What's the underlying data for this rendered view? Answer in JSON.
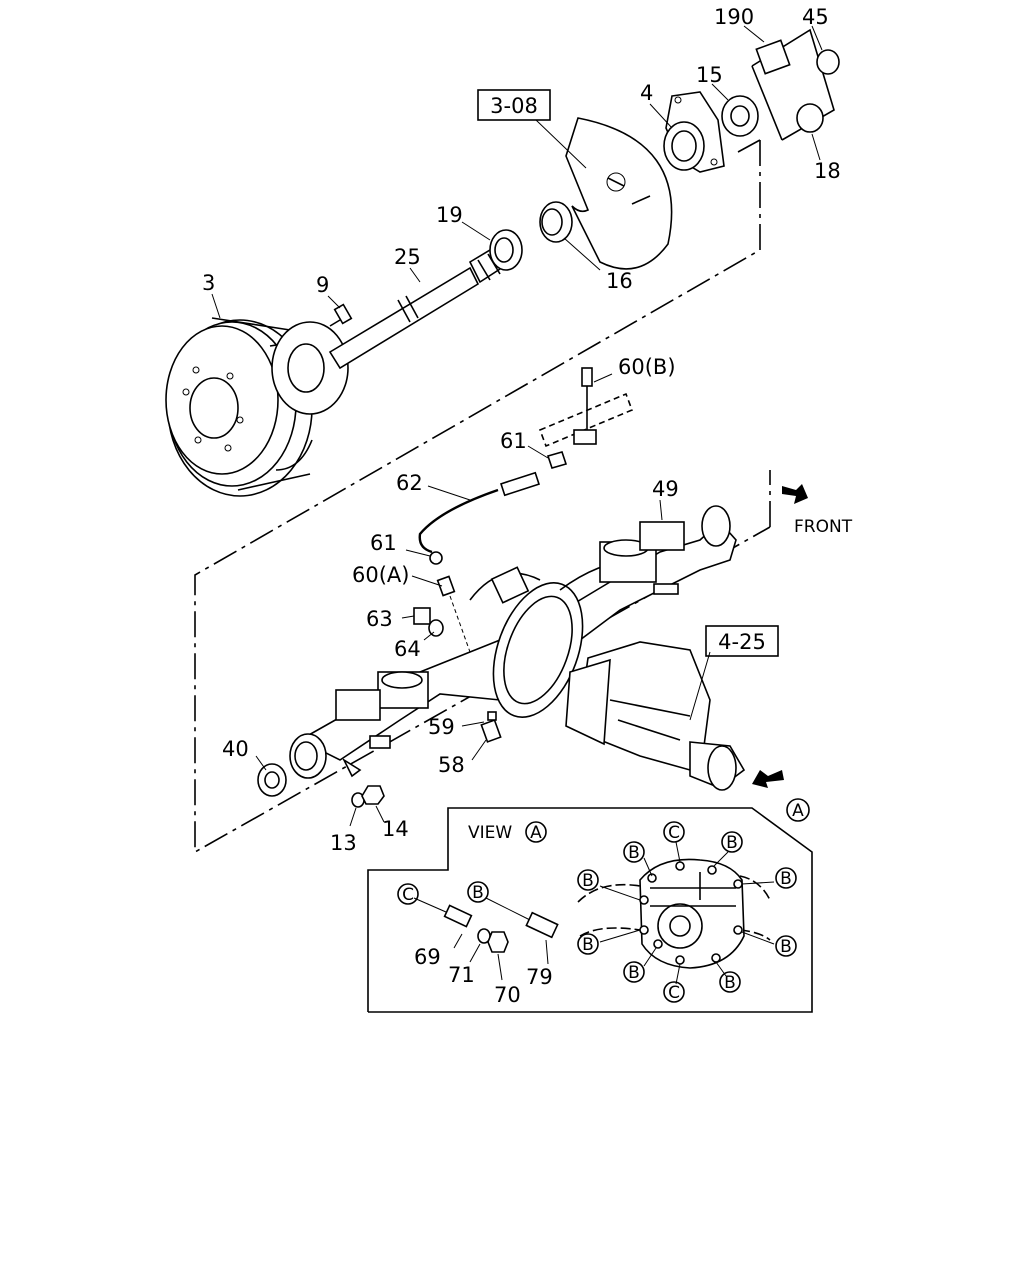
{
  "diagram": {
    "orientation_label": "FRONT",
    "view_title": "VIEW",
    "view_marker": "A",
    "ref_boxes": [
      "3-08",
      "4-25"
    ],
    "callouts": [
      "190",
      "45",
      "4",
      "15",
      "18",
      "3-08",
      "19",
      "25",
      "16",
      "3",
      "9",
      "60(B)",
      "61",
      "62",
      "49",
      "61",
      "60(A)",
      "63",
      "64",
      "40",
      "13",
      "14",
      "59",
      "58",
      "4-25",
      "A"
    ],
    "part_numbers": {
      "p190": "190",
      "p45": "45",
      "p4": "4",
      "p15": "15",
      "p18": "18",
      "p19": "19",
      "p25": "25",
      "p16": "16",
      "p3": "3",
      "p9": "9",
      "p60b": "60(B)",
      "p61a": "61",
      "p62": "62",
      "p49": "49",
      "p61b": "61",
      "p60a": "60(A)",
      "p63": "63",
      "p64": "64",
      "p40": "40",
      "p13": "13",
      "p14": "14",
      "p59": "59",
      "p58": "58",
      "p69": "69",
      "p71": "71",
      "p70": "70",
      "p79": "79"
    },
    "circle_letters": {
      "a": "A",
      "b": "B",
      "c": "C"
    }
  }
}
